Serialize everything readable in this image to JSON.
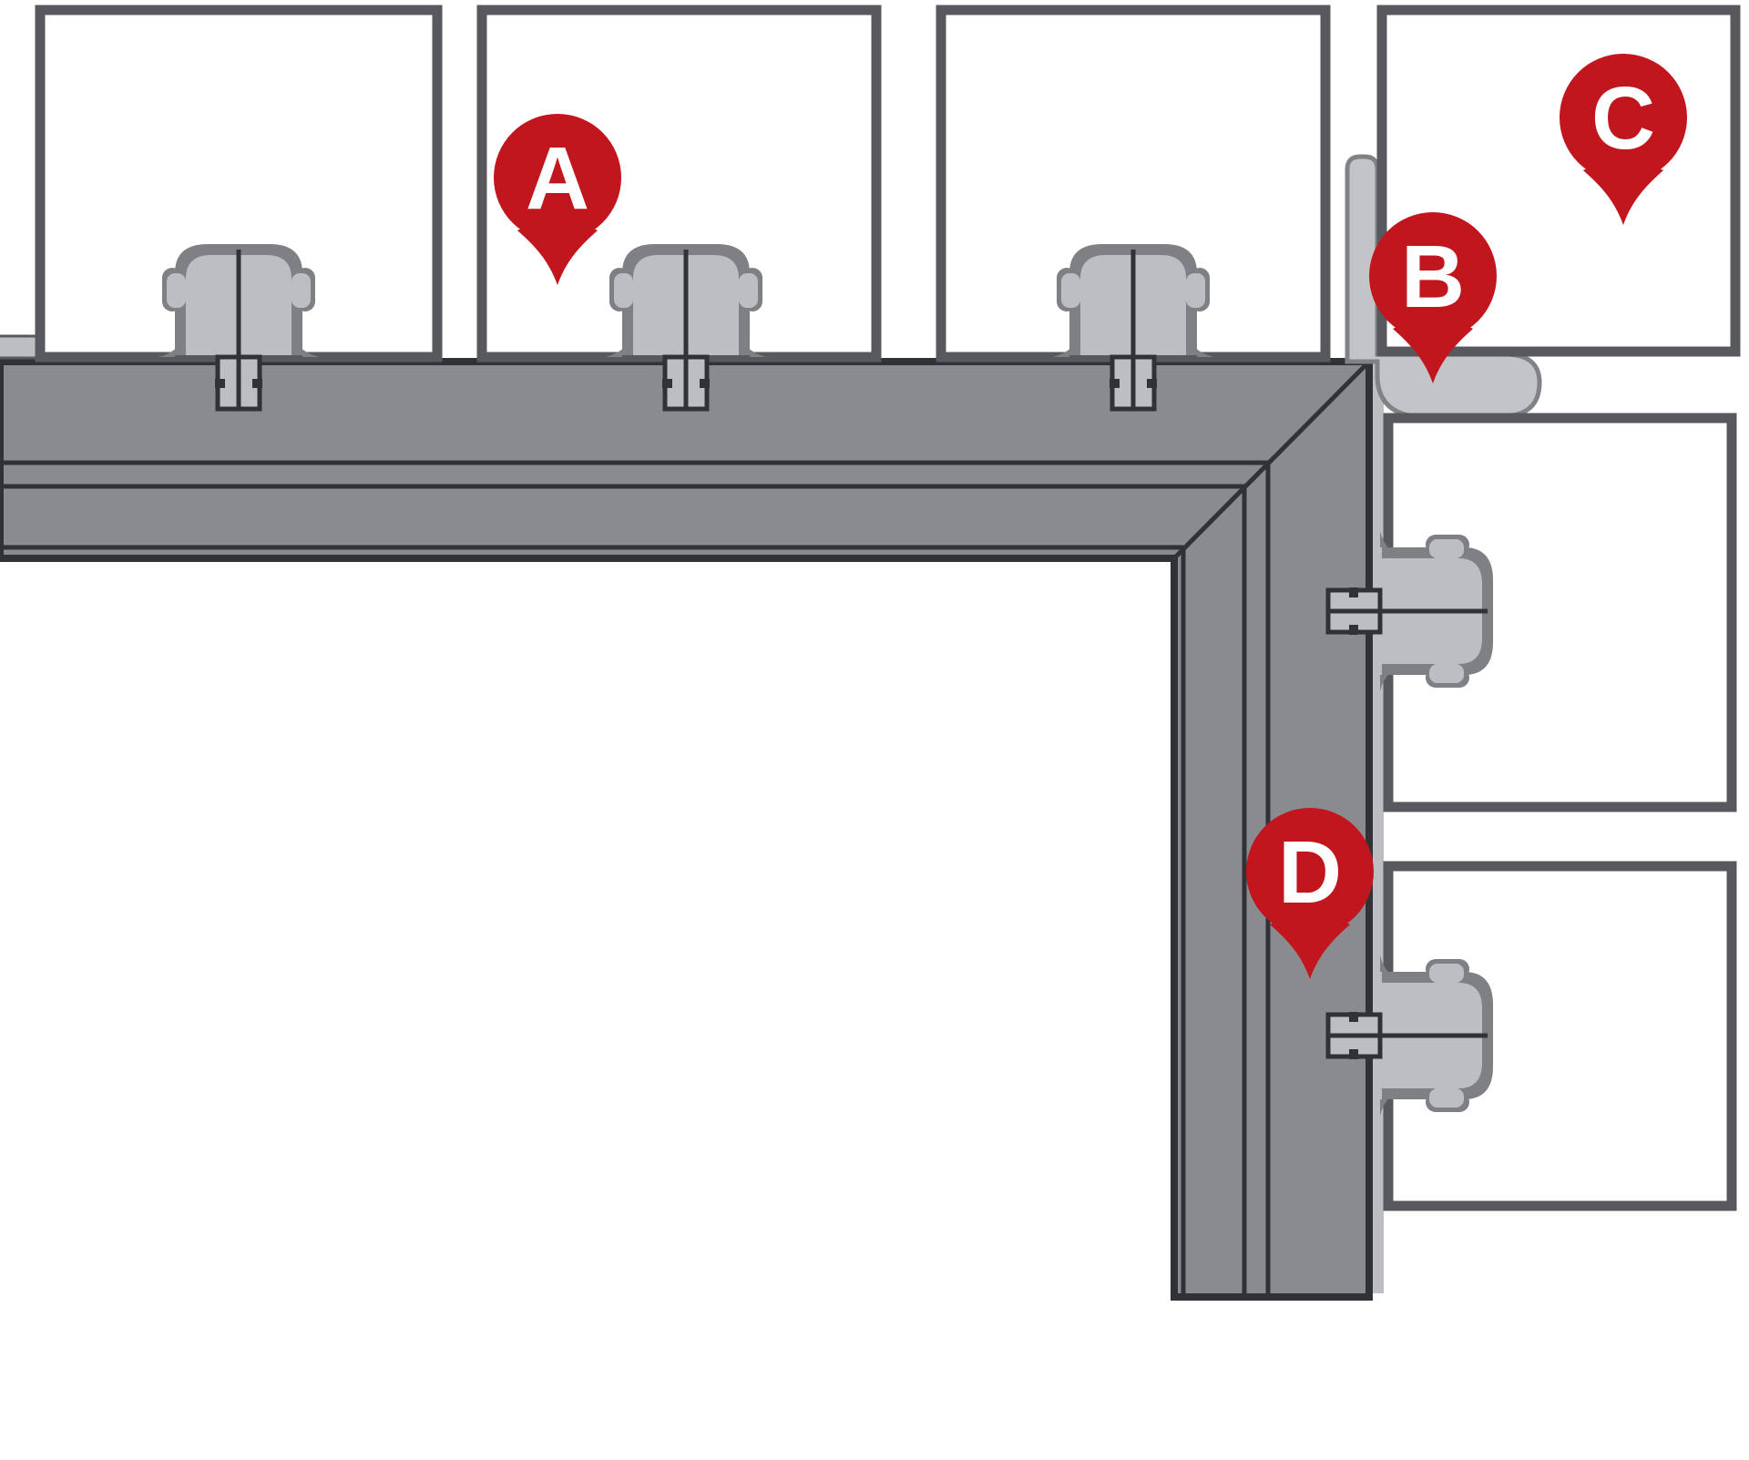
{
  "diagram": {
    "pins": [
      {
        "label": "A"
      },
      {
        "label": "B"
      },
      {
        "label": "C"
      },
      {
        "label": "D"
      }
    ]
  },
  "colors": {
    "pin_red": "#C1161E",
    "beam_gray": "#8A8B8F",
    "line_dark": "#313236",
    "board_border_gray": "#58595C",
    "clip_light_gray": "#BDBEC1",
    "clip_outline_gray": "#7E8084",
    "bracket_light_gray": "#C3C4C7",
    "background": "#FFFFFF"
  }
}
